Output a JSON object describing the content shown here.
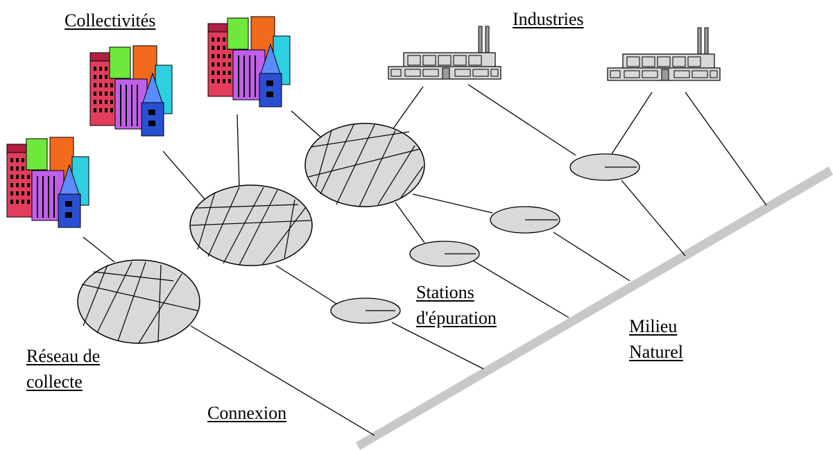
{
  "labels": {
    "collectivites": "Collectivités",
    "industries": "Industries",
    "stations_line1": "Stations",
    "stations_line2": "d'épuration",
    "milieu_line1": "Milieu",
    "milieu_line2": "Naturel",
    "reseau_line1": "Réseau de",
    "reseau_line2": "collecte",
    "connexion": "Connexion"
  },
  "colors": {
    "milieu_band": "#c8c8c8",
    "node_fill": "#d9d9d9",
    "line": "#000000"
  },
  "icons": [
    "city-buildings-icon",
    "factory-icon"
  ]
}
